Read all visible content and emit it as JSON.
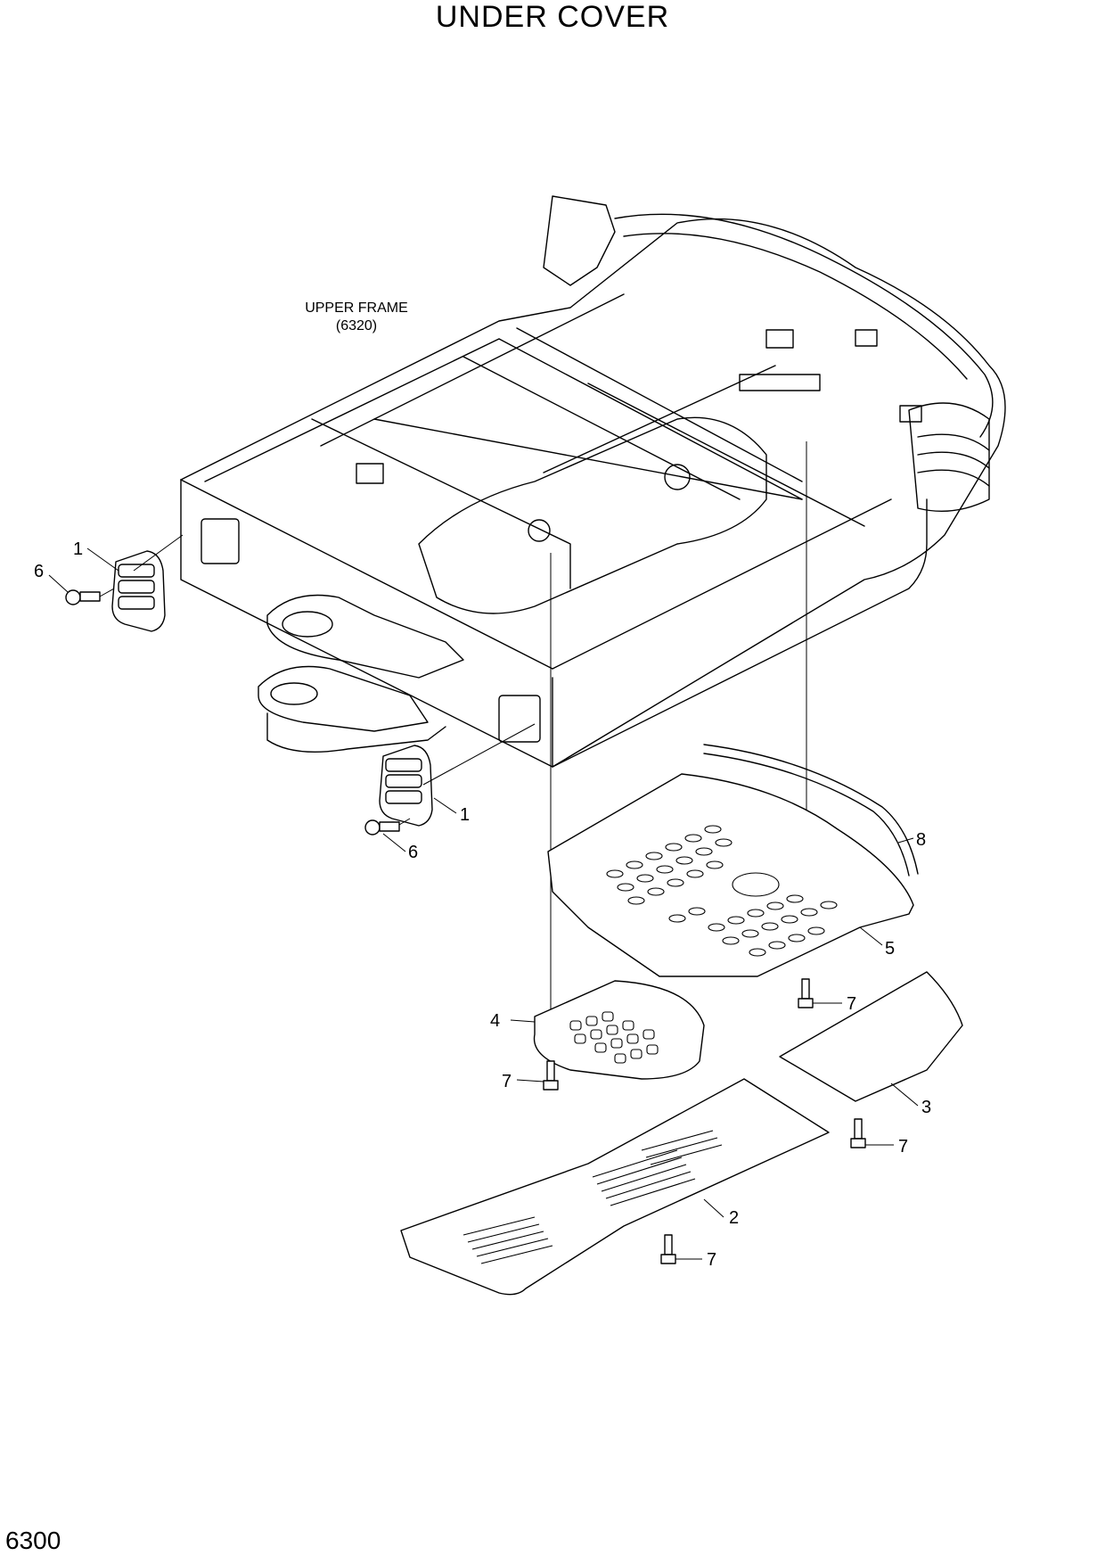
{
  "title": "UNDER COVER",
  "page_number": "6300",
  "reference": {
    "label": "UPPER FRAME",
    "code": "(6320)"
  },
  "callouts": {
    "c1a": "1",
    "c1b": "1",
    "c2": "2",
    "c3": "3",
    "c4": "4",
    "c5": "5",
    "c6a": "6",
    "c6b": "6",
    "c7a": "7",
    "c7b": "7",
    "c7c": "7",
    "c7d": "7",
    "c8": "8"
  }
}
